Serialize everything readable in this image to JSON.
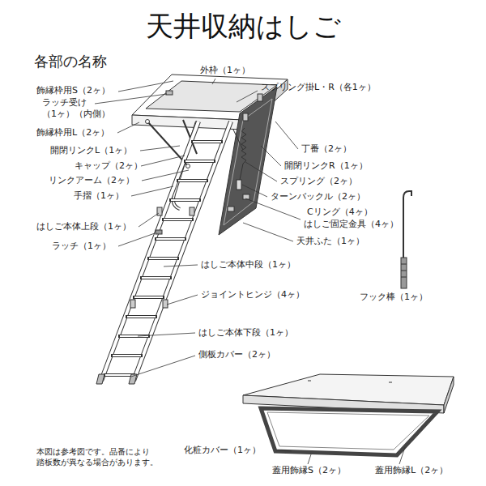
{
  "diagram": {
    "title": "天井収納はしご",
    "labels": [
      "各部の名称",
      "外枠（1ヶ）",
      "スプリング掛L・R（各1ヶ）",
      "飾縁枠用S（2ヶ）",
      "ラッチ受け （1ヶ）（内側）",
      "飾縁枠用L（2ヶ）",
      "丁番（2ヶ）",
      "開閉リンクL（1ヶ）",
      "開閉リンクR（1ヶ）",
      "キャップ（2ヶ）",
      "リンクアーム（2ヶ）",
      "スプリング（2ヶ）",
      "手摺（1ヶ）",
      "ターンバックル（2ヶ）",
      "Cリング（4ヶ）",
      "はしご固定金具（4ヶ）",
      "はしご本体上段（1ヶ）",
      "天井ふた（1ヶ）",
      "ラッチ（1ヶ）",
      "はしご本体中段（1ヶ）",
      "ジョイントヒンジ（4ヶ）",
      "フック棒（1ヶ）",
      "はしご本体下段（1ヶ）",
      "側板カバー（2ヶ）",
      "本図は参考図です。品番により 踏板数が異なる場合があります。",
      "化粧カバー（1ヶ）",
      "蓋用飾縁S（2ヶ）",
      "蓋用飾縁L（2ヶ）"
    ]
  }
}
